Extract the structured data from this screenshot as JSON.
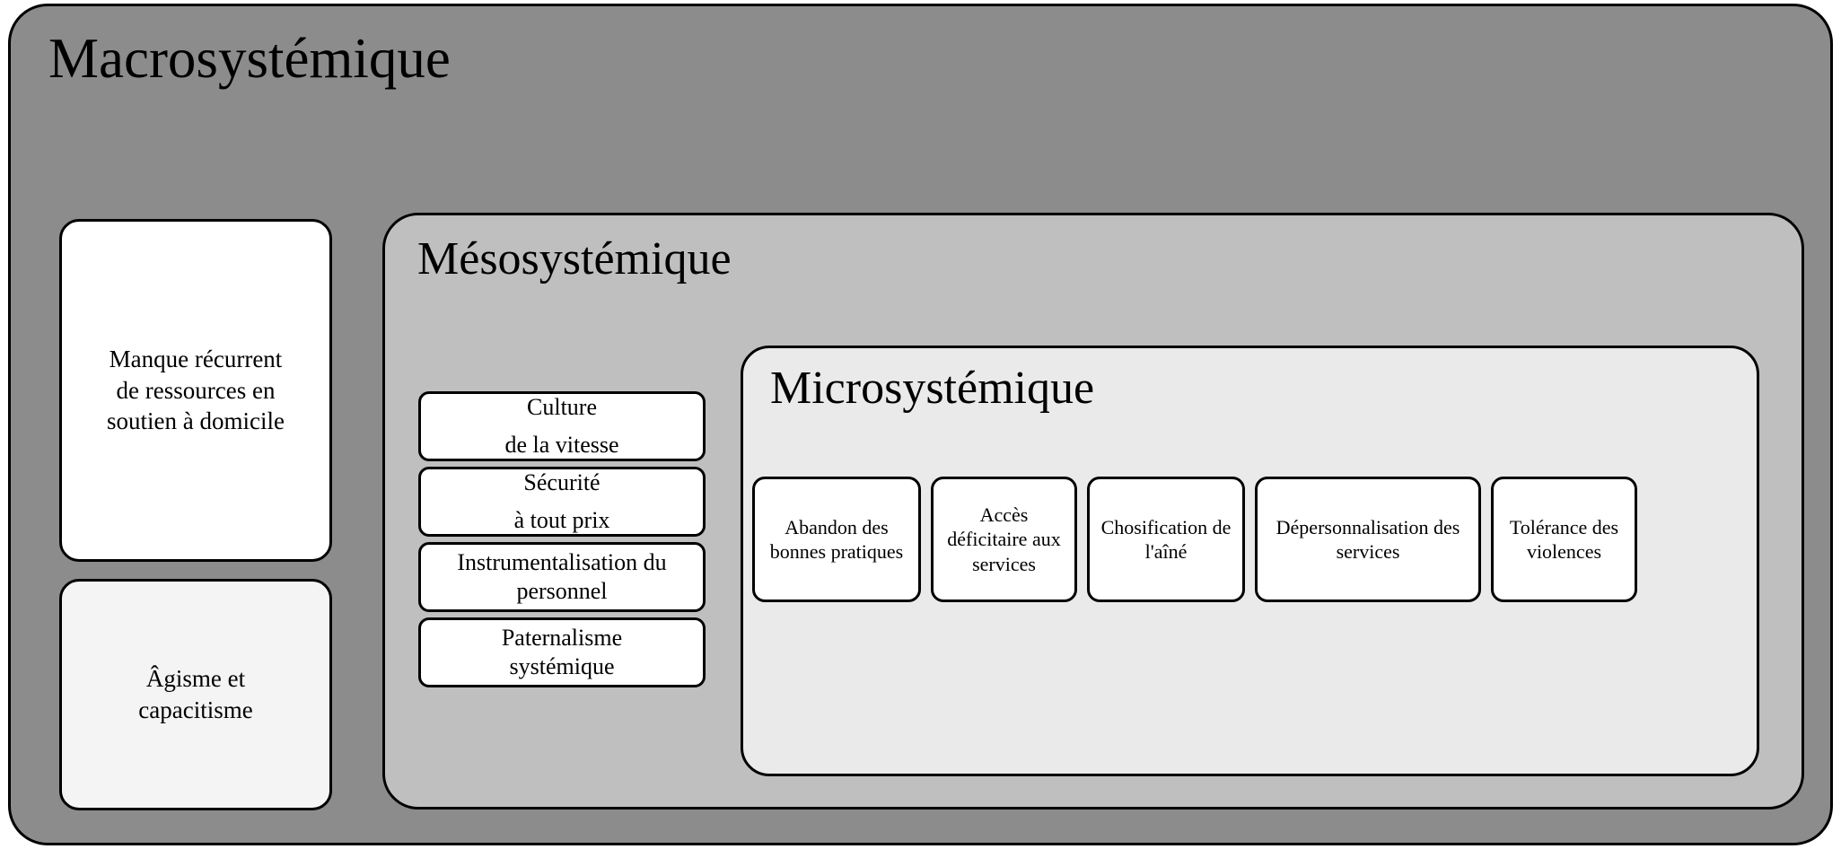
{
  "diagram": {
    "title": "Macrosystémique",
    "levels": {
      "macro": {
        "label": "Macrosystémique",
        "background_color": "#8c8c8c",
        "items": [
          {
            "text": "Manque récurrent\nde ressources en\nsoutien à domicile",
            "background_color": "#ffffff"
          },
          {
            "text": "Âgisme et\ncapacitisme",
            "background_color": "#f4f4f4"
          }
        ]
      },
      "meso": {
        "label": "Mésosystémique",
        "background_color": "#bfbfbf",
        "items": [
          {
            "line1": "Culture",
            "line2": "de la vitesse",
            "spacing": "loose"
          },
          {
            "line1": "Sécurité",
            "line2": "à tout prix",
            "spacing": "loose"
          },
          {
            "line1": "Instrumentalisation du",
            "line2": "personnel",
            "spacing": "tight"
          },
          {
            "line1": "Paternalisme",
            "line2": "systémique",
            "spacing": "tight"
          }
        ]
      },
      "micro": {
        "label": "Microsystémique",
        "background_color": "#eaeaea",
        "items": [
          {
            "text": "Abandon des\nbonnes pratiques"
          },
          {
            "text": "Accès\ndéficitaire aux\nservices"
          },
          {
            "text": "Chosification de\nl'aîné"
          },
          {
            "text": "Dépersonnalisation des\nservices"
          },
          {
            "text": "Tolérance des\nviolences"
          }
        ]
      }
    },
    "colors": {
      "outline": "#000000",
      "text": "#000000",
      "box_fill": "#ffffff"
    }
  }
}
